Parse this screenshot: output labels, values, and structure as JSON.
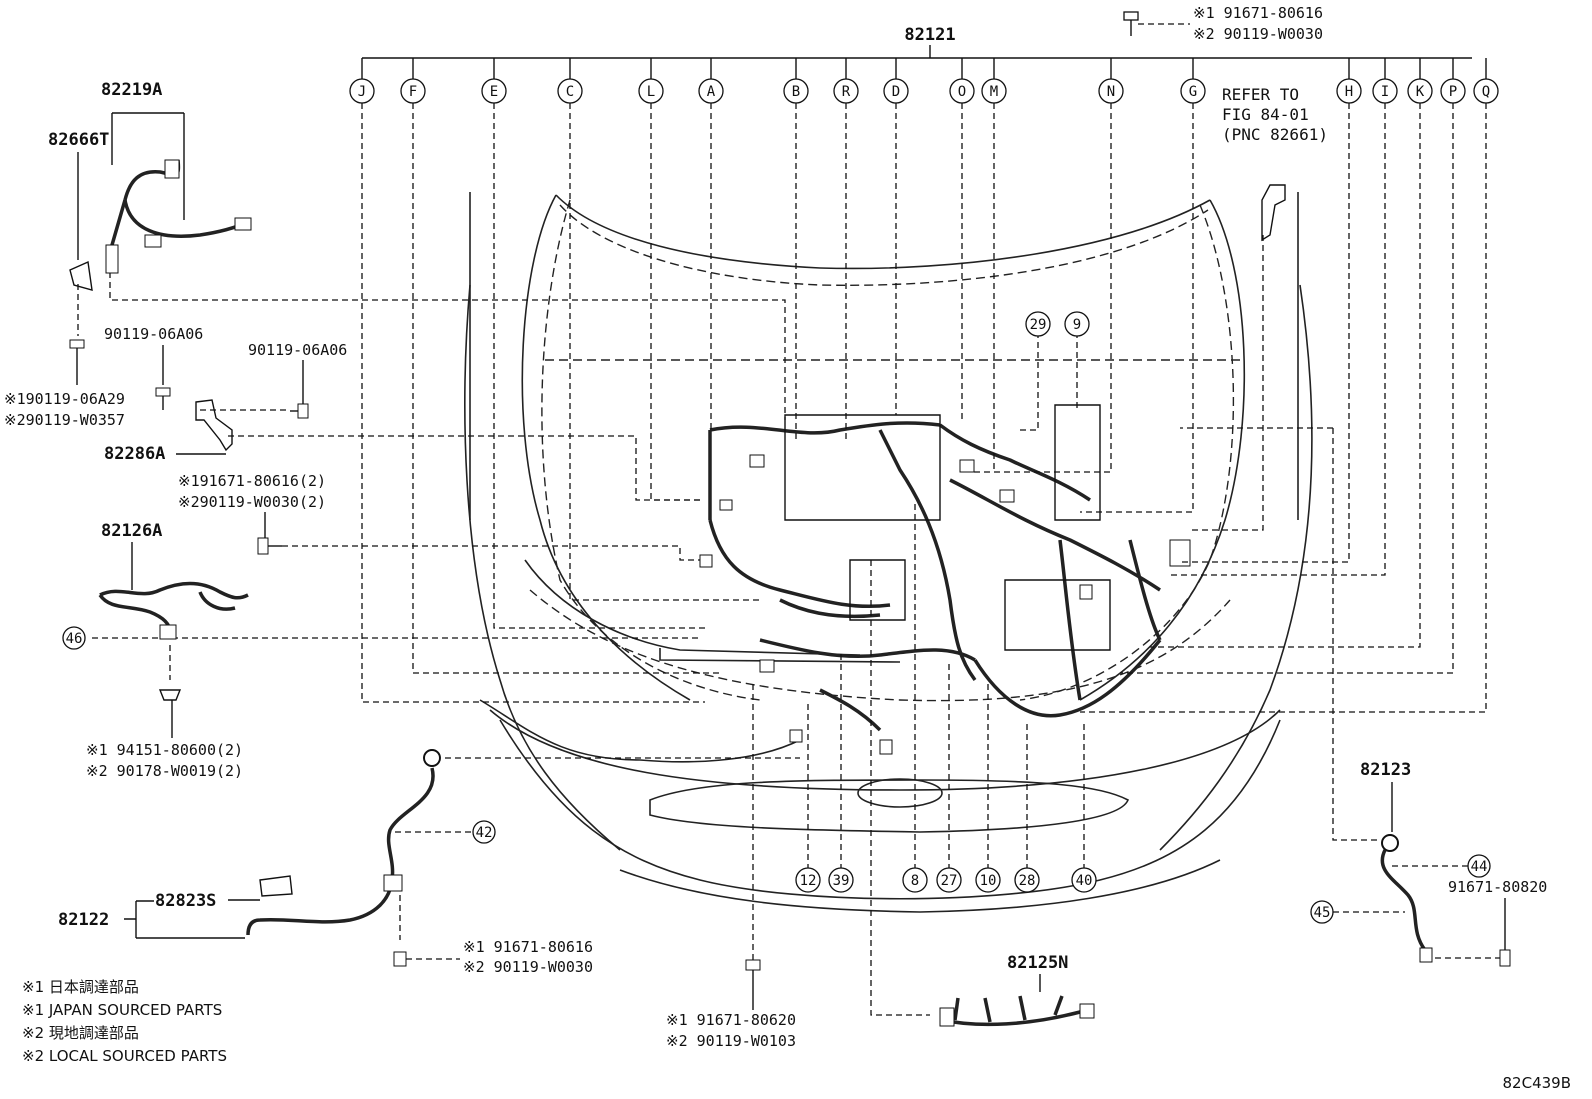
{
  "top_part": "82121",
  "top_bolt_notes": [
    "※1 91671-80616",
    "※2 90119-W0030"
  ],
  "refer_to": [
    "REFER TO",
    "FIG 84-01",
    "(PNC 82661)"
  ],
  "connector_letters": [
    "J",
    "F",
    "E",
    "C",
    "L",
    "A",
    "B",
    "R",
    "D",
    "O",
    "M",
    "N",
    "G",
    "H",
    "I",
    "K",
    "P",
    "Q"
  ],
  "left_parts": {
    "p82219A": "82219A",
    "p82666T": "82666T",
    "bolt_a": "90119-06A06",
    "bolt_b": "90119-06A06",
    "bolt_c1": "※190119-06A29",
    "bolt_c2": "※290119-W0357",
    "p82286A": "82286A",
    "bolt_d1": "※191671-80616(2)",
    "bolt_d2": "※290119-W0030(2)",
    "p82126A": "82126A",
    "circle_46": "46",
    "clip_1": "※1 94151-80600(2)",
    "clip_2": "※2 90178-W0019(2)"
  },
  "numbered_circles": [
    "29",
    "9",
    "12",
    "39",
    "8",
    "27",
    "10",
    "28",
    "40",
    "42",
    "44",
    "45"
  ],
  "bottom_left": {
    "p82122": "82122",
    "p82823S": "82823S",
    "bolt_1": "※1 91671-80616",
    "bolt_2": "※2 90119-W0030"
  },
  "bottom_center": {
    "bolt_1": "※1 91671-80620",
    "bolt_2": "※2 90119-W0103",
    "p82125N": "82125N"
  },
  "right_parts": {
    "p82123": "82123",
    "bolt": "91671-80820"
  },
  "notes": [
    "※1 日本調達部品",
    "※1 JAPAN SOURCED PARTS",
    "※2 現地調達部品",
    "※2 LOCAL SOURCED PARTS"
  ],
  "figure_code": "82C439B"
}
